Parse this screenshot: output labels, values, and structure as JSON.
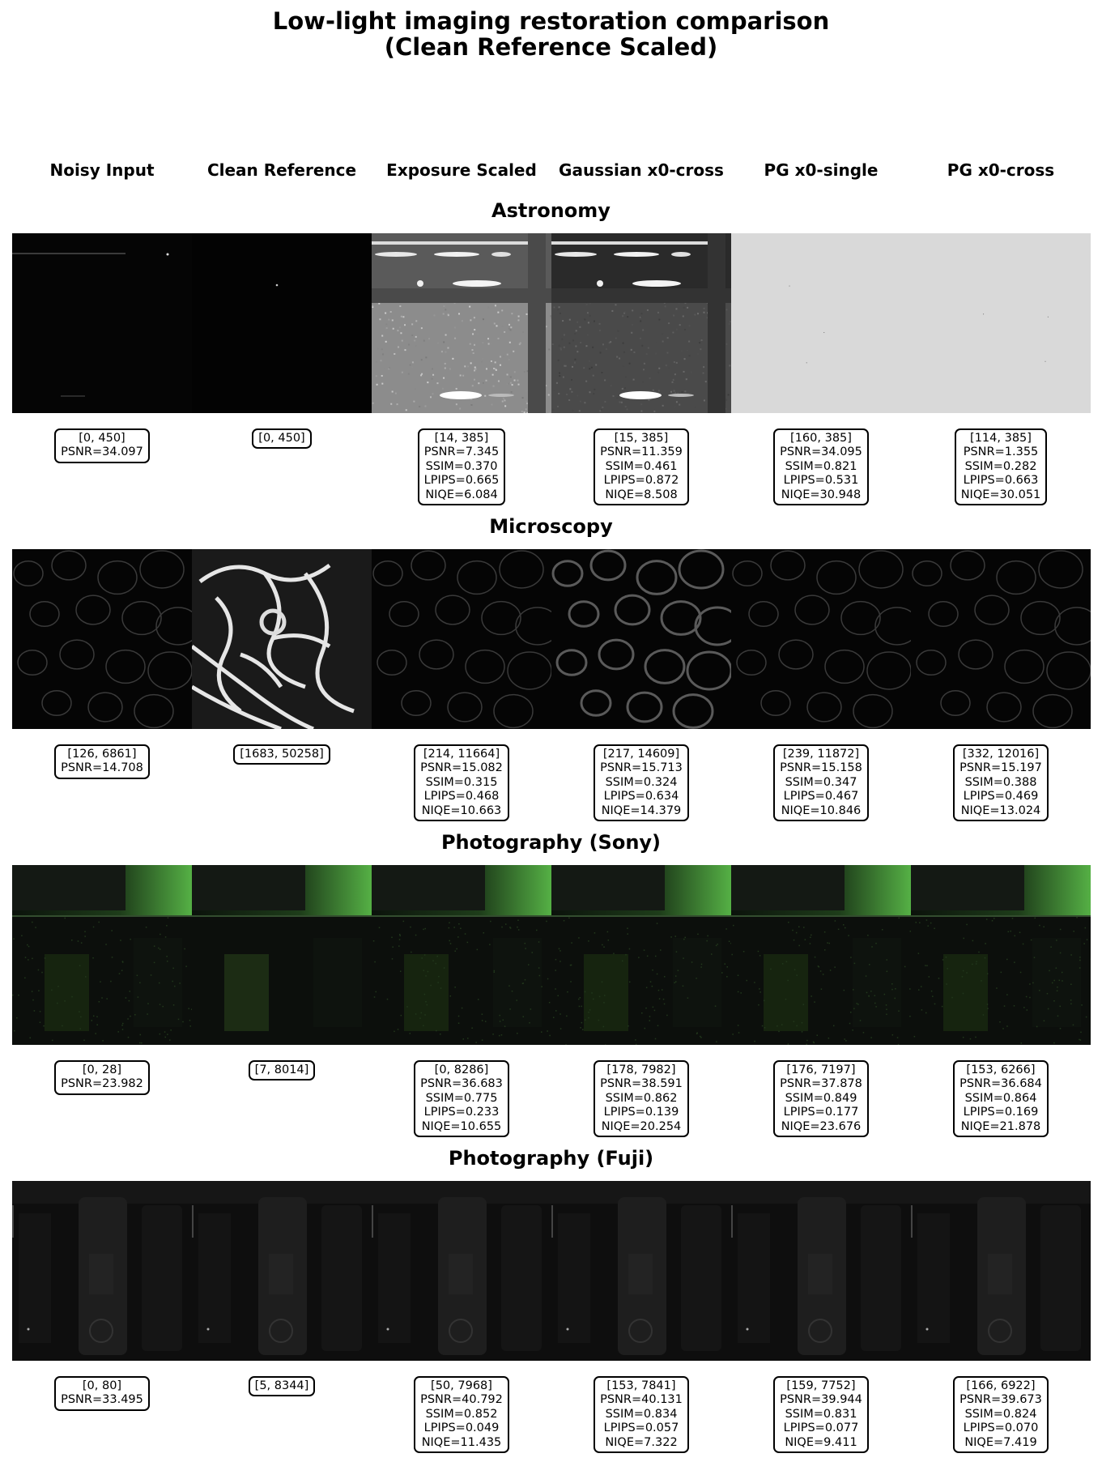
{
  "title_line1": "Low-light imaging restoration comparison",
  "title_line2": "(Clean Reference Scaled)",
  "columns": [
    "Noisy Input",
    "Clean Reference",
    "Exposure Scaled",
    "Gaussian x0-cross",
    "PG x0-single",
    "PG x0-cross"
  ],
  "rows": [
    {
      "name": "Astronomy",
      "cells": [
        {
          "range": "[0, 450]",
          "metrics": [
            "PSNR=34.097"
          ]
        },
        {
          "range": "[0, 450]",
          "metrics": []
        },
        {
          "range": "[14, 385]",
          "metrics": [
            "PSNR=7.345",
            "SSIM=0.370",
            "LPIPS=0.665",
            "NIQE=6.084"
          ]
        },
        {
          "range": "[15, 385]",
          "metrics": [
            "PSNR=11.359",
            "SSIM=0.461",
            "LPIPS=0.872",
            "NIQE=8.508"
          ]
        },
        {
          "range": "[160, 385]",
          "metrics": [
            "PSNR=34.095",
            "SSIM=0.821",
            "LPIPS=0.531",
            "NIQE=30.948"
          ]
        },
        {
          "range": "[114, 385]",
          "metrics": [
            "PSNR=1.355",
            "SSIM=0.282",
            "LPIPS=0.663",
            "NIQE=30.051"
          ]
        }
      ]
    },
    {
      "name": "Microscopy",
      "cells": [
        {
          "range": "[126, 6861]",
          "metrics": [
            "PSNR=14.708"
          ]
        },
        {
          "range": "[1683, 50258]",
          "metrics": []
        },
        {
          "range": "[214, 11664]",
          "metrics": [
            "PSNR=15.082",
            "SSIM=0.315",
            "LPIPS=0.468",
            "NIQE=10.663"
          ]
        },
        {
          "range": "[217, 14609]",
          "metrics": [
            "PSNR=15.713",
            "SSIM=0.324",
            "LPIPS=0.634",
            "NIQE=14.379"
          ]
        },
        {
          "range": "[239, 11872]",
          "metrics": [
            "PSNR=15.158",
            "SSIM=0.347",
            "LPIPS=0.467",
            "NIQE=10.846"
          ]
        },
        {
          "range": "[332, 12016]",
          "metrics": [
            "PSNR=15.197",
            "SSIM=0.388",
            "LPIPS=0.469",
            "NIQE=13.024"
          ]
        }
      ]
    },
    {
      "name": "Photography (Sony)",
      "cells": [
        {
          "range": "[0, 28]",
          "metrics": [
            "PSNR=23.982"
          ]
        },
        {
          "range": "[7, 8014]",
          "metrics": []
        },
        {
          "range": "[0, 8286]",
          "metrics": [
            "PSNR=36.683",
            "SSIM=0.775",
            "LPIPS=0.233",
            "NIQE=10.655"
          ]
        },
        {
          "range": "[178, 7982]",
          "metrics": [
            "PSNR=38.591",
            "SSIM=0.862",
            "LPIPS=0.139",
            "NIQE=20.254"
          ]
        },
        {
          "range": "[176, 7197]",
          "metrics": [
            "PSNR=37.878",
            "SSIM=0.849",
            "LPIPS=0.177",
            "NIQE=23.676"
          ]
        },
        {
          "range": "[153, 6266]",
          "metrics": [
            "PSNR=36.684",
            "SSIM=0.864",
            "LPIPS=0.169",
            "NIQE=21.878"
          ]
        }
      ]
    },
    {
      "name": "Photography (Fuji)",
      "cells": [
        {
          "range": "[0, 80]",
          "metrics": [
            "PSNR=33.495"
          ]
        },
        {
          "range": "[5, 8344]",
          "metrics": []
        },
        {
          "range": "[50, 7968]",
          "metrics": [
            "PSNR=40.792",
            "SSIM=0.852",
            "LPIPS=0.049",
            "NIQE=11.435"
          ]
        },
        {
          "range": "[153, 7841]",
          "metrics": [
            "PSNR=40.131",
            "SSIM=0.834",
            "LPIPS=0.057",
            "NIQE=7.322"
          ]
        },
        {
          "range": "[159, 7752]",
          "metrics": [
            "PSNR=39.944",
            "SSIM=0.831",
            "LPIPS=0.077",
            "NIQE=9.411"
          ]
        },
        {
          "range": "[166, 6922]",
          "metrics": [
            "PSNR=39.673",
            "SSIM=0.824",
            "LPIPS=0.070",
            "NIQE=7.419"
          ]
        }
      ]
    }
  ]
}
